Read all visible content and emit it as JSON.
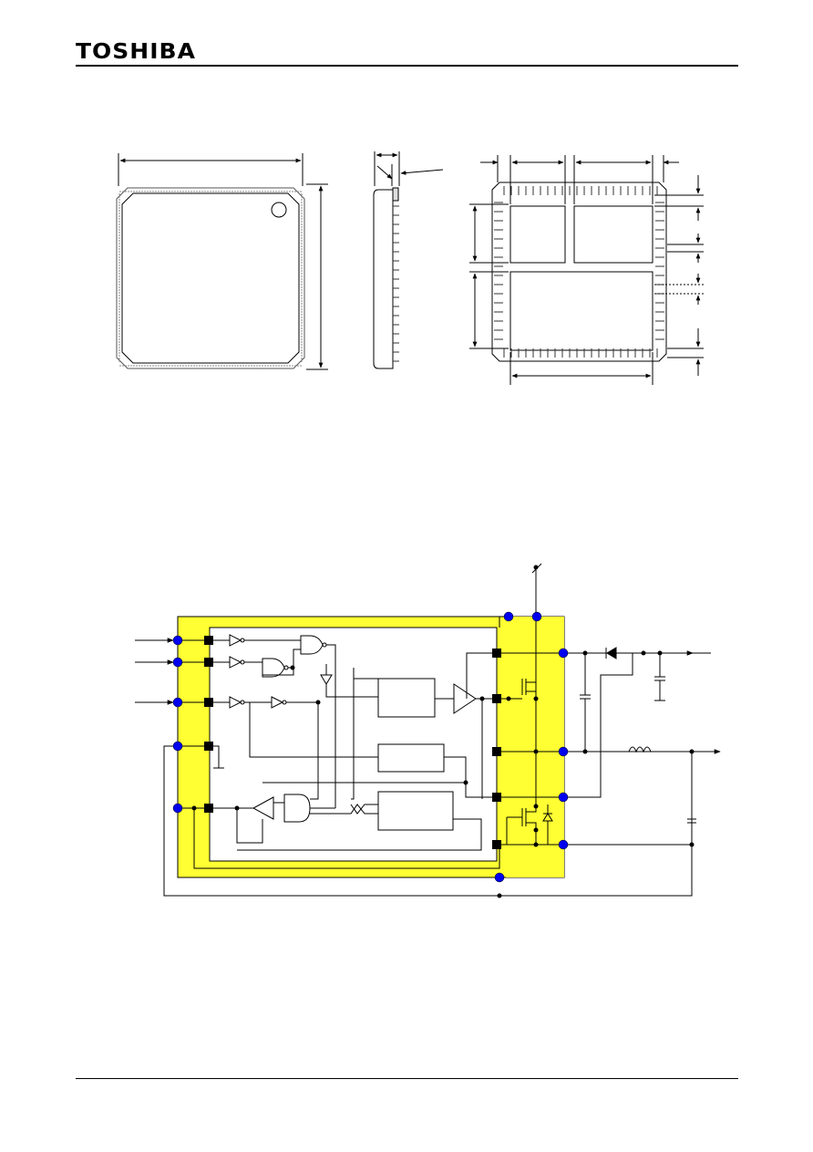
{
  "header": {
    "brand": "TOSHIBA"
  },
  "colors": {
    "ic_body_fill": "#ffff33",
    "pin_dot": "#0000ee",
    "internal_pad": "#000000",
    "line": "#000000"
  },
  "figures": {
    "package_outline": {
      "views": [
        "top-view",
        "side-view",
        "bottom-view"
      ]
    },
    "block_diagram": {
      "regions": [
        "ic-body"
      ]
    }
  }
}
